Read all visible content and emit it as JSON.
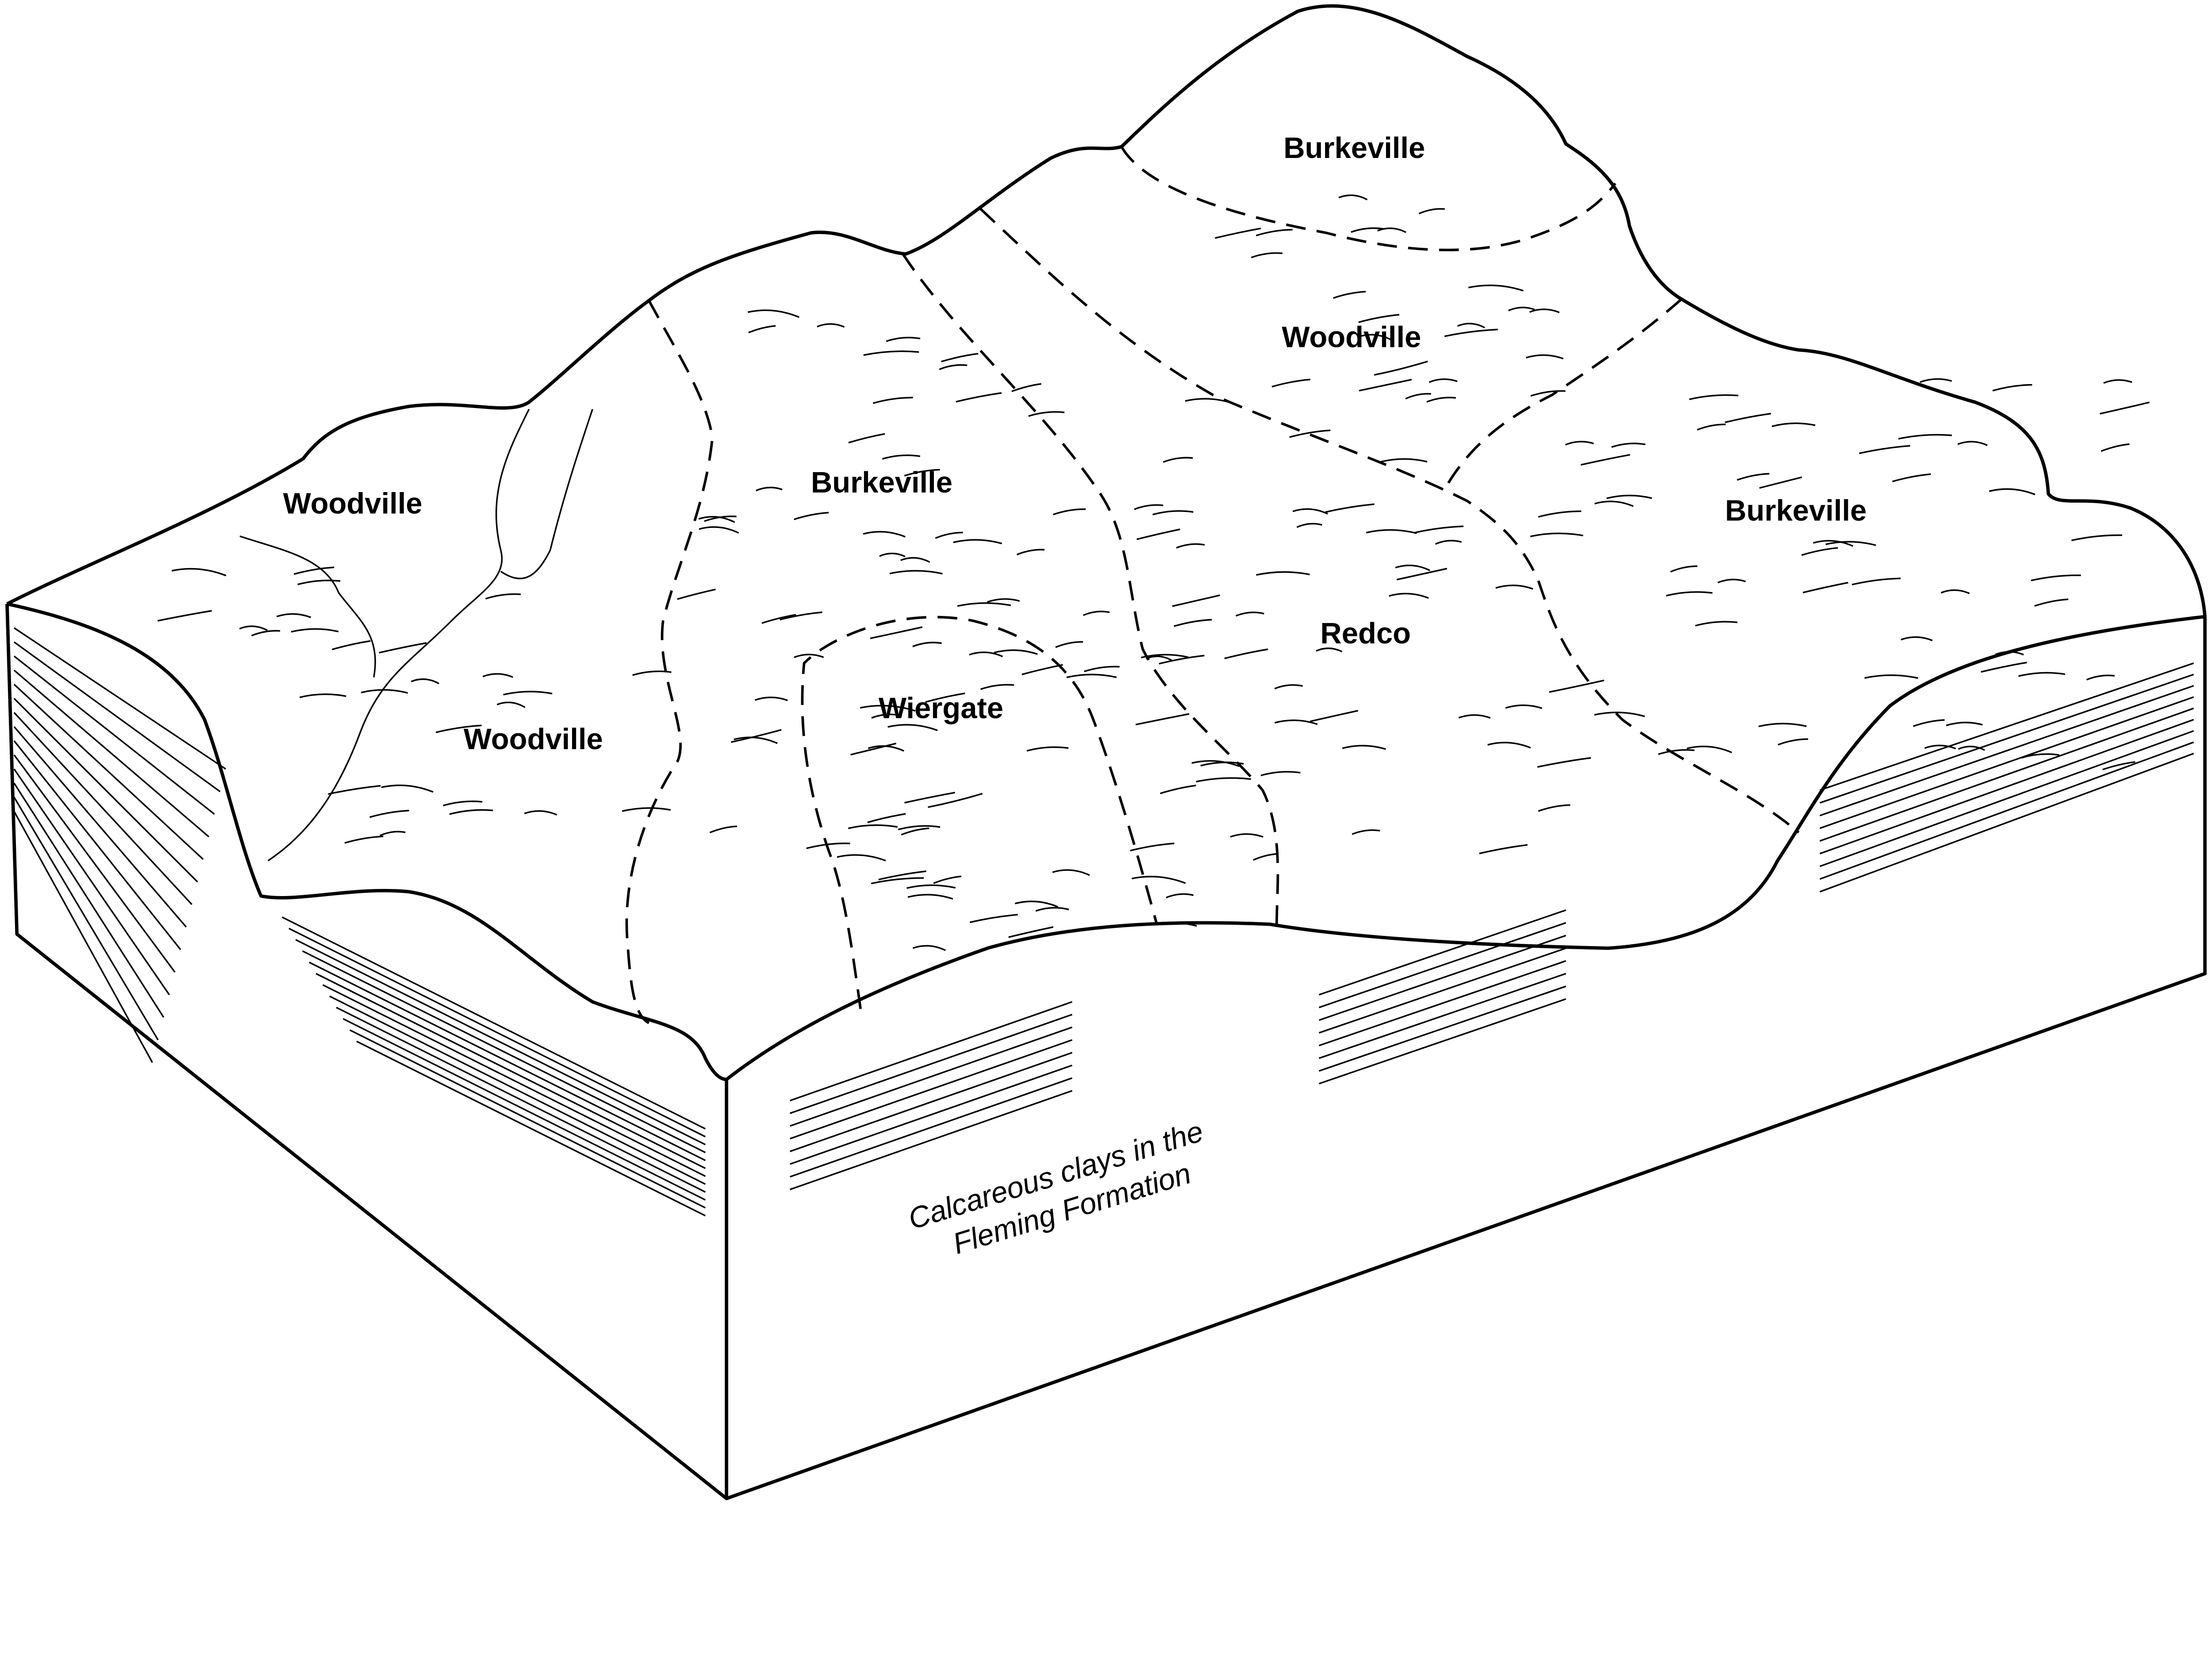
{
  "diagram": {
    "soil_labels": [
      {
        "id": "burkeville-top",
        "text": "Burkeville"
      },
      {
        "id": "woodville-upper",
        "text": "Woodville"
      },
      {
        "id": "woodville-left",
        "text": "Woodville"
      },
      {
        "id": "burkeville-center",
        "text": "Burkeville"
      },
      {
        "id": "burkeville-right",
        "text": "Burkeville"
      },
      {
        "id": "redco",
        "text": "Redco"
      },
      {
        "id": "wiergate",
        "text": "Wiergate"
      },
      {
        "id": "woodville-lower",
        "text": "Woodville"
      }
    ],
    "caption": {
      "line1": "Calcareous clays in the",
      "line2": "Fleming Formation"
    }
  }
}
